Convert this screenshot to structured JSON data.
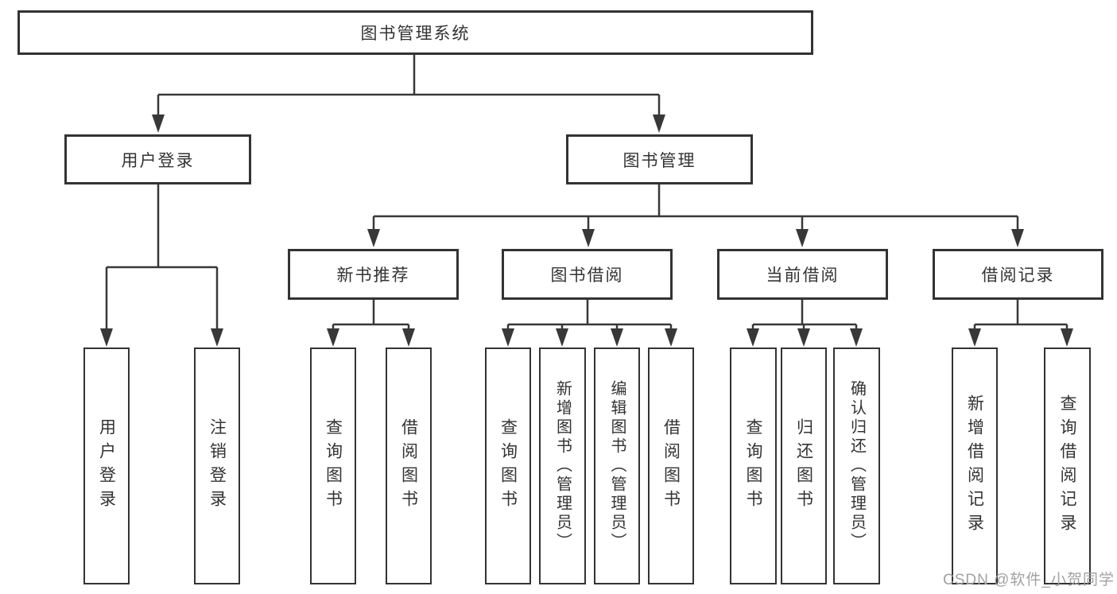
{
  "diagram": {
    "title": "图书管理系统",
    "colors": {
      "border": "#333333",
      "line": "#383838",
      "text": "#333333",
      "watermark": "#a2a2a2",
      "background": "#ffffff"
    },
    "nodes": {
      "root": {
        "label": "图书管理系统"
      },
      "user_login": {
        "label": "用户登录"
      },
      "book_mgmt": {
        "label": "图书管理"
      },
      "new_book_rec": {
        "label": "新书推荐"
      },
      "book_borrow": {
        "label": "图书借阅"
      },
      "current_borrow": {
        "label": "当前借阅"
      },
      "borrow_records": {
        "label": "借阅记录"
      },
      "leaf_user_login": {
        "label": "用户登录"
      },
      "leaf_logout": {
        "label": "注销登录"
      },
      "leaf_query_book_1": {
        "label": "查询图书"
      },
      "leaf_borrow_book_1": {
        "label": "借阅图书"
      },
      "leaf_query_book_2": {
        "label": "查询图书"
      },
      "leaf_add_book": {
        "label": "新增图书（管理员）"
      },
      "leaf_edit_book": {
        "label": "编辑图书（管理员）"
      },
      "leaf_borrow_book_2": {
        "label": "借阅图书"
      },
      "leaf_query_book_3": {
        "label": "查询图书"
      },
      "leaf_return_book": {
        "label": "归还图书"
      },
      "leaf_confirm_return": {
        "label": "确认归还（管理员）"
      },
      "leaf_add_record": {
        "label": "新增借阅记录"
      },
      "leaf_query_record": {
        "label": "查询借阅记录"
      }
    },
    "edges": [
      [
        "root",
        "user_login"
      ],
      [
        "root",
        "book_mgmt"
      ],
      [
        "user_login",
        "leaf_user_login"
      ],
      [
        "user_login",
        "leaf_logout"
      ],
      [
        "book_mgmt",
        "new_book_rec"
      ],
      [
        "book_mgmt",
        "book_borrow"
      ],
      [
        "book_mgmt",
        "current_borrow"
      ],
      [
        "book_mgmt",
        "borrow_records"
      ],
      [
        "new_book_rec",
        "leaf_query_book_1"
      ],
      [
        "new_book_rec",
        "leaf_borrow_book_1"
      ],
      [
        "book_borrow",
        "leaf_query_book_2"
      ],
      [
        "book_borrow",
        "leaf_add_book"
      ],
      [
        "book_borrow",
        "leaf_edit_book"
      ],
      [
        "book_borrow",
        "leaf_borrow_book_2"
      ],
      [
        "current_borrow",
        "leaf_query_book_3"
      ],
      [
        "current_borrow",
        "leaf_return_book"
      ],
      [
        "current_borrow",
        "leaf_confirm_return"
      ],
      [
        "borrow_records",
        "leaf_add_record"
      ],
      [
        "borrow_records",
        "leaf_query_record"
      ]
    ]
  },
  "watermark": {
    "text": "CSDN @软件_小贺同学"
  }
}
